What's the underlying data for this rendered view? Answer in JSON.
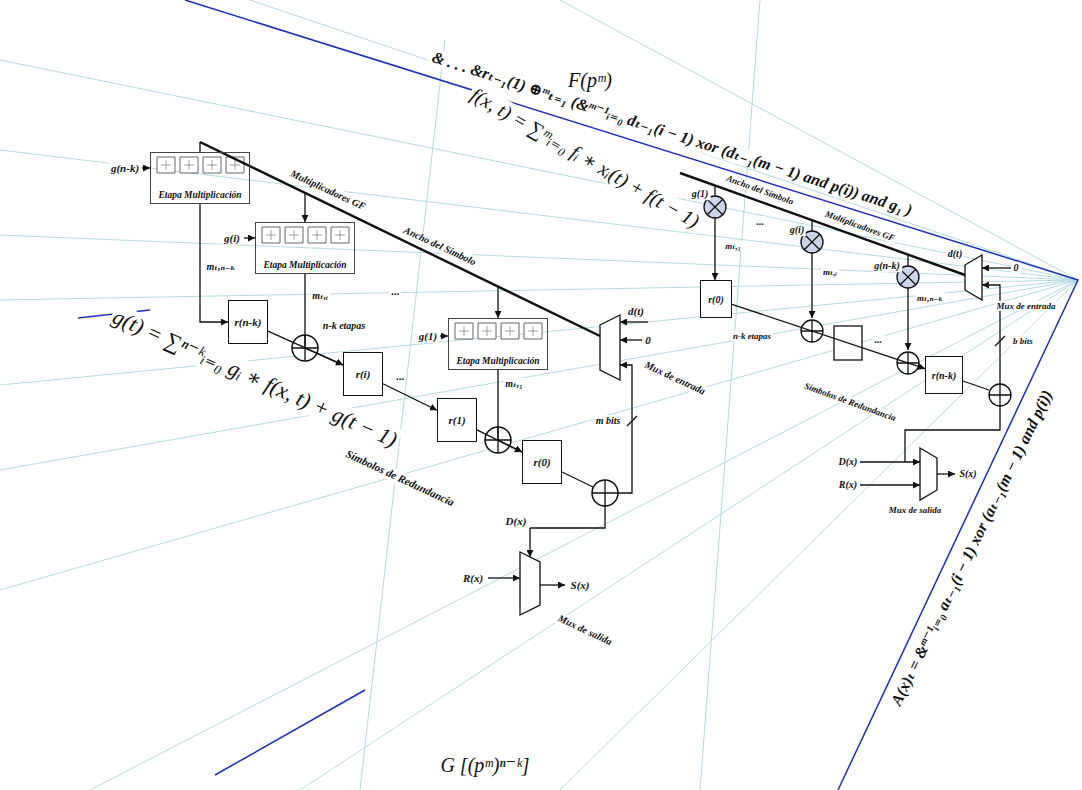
{
  "diagram": {
    "nodes": [
      {
        "text": [
          "Etapa Multiplicación"
        ]
      },
      {
        "text": [
          "Etapa Multiplicación"
        ]
      },
      {
        "text": [
          "Etapa Multiplicación"
        ]
      },
      {
        "text": [
          "r(n-k)"
        ]
      },
      {
        "text": [
          "r(i)"
        ]
      },
      {
        "text": [
          "r(1)"
        ]
      },
      {
        "text": [
          "r(0)"
        ]
      },
      {
        "text": [
          "r(0)"
        ]
      },
      {
        "text": [
          "r(n-k)"
        ]
      }
    ],
    "edges": [
      {
        "from": 0,
        "to": 3,
        "arrow": "to"
      },
      {
        "from": 1,
        "to": 4,
        "arrow": "to"
      },
      {
        "from": 2,
        "to": 6,
        "arrow": "to"
      },
      {
        "from": 3,
        "to": 4,
        "arrow": "to"
      },
      {
        "from": 4,
        "to": 5,
        "arrow": "to"
      },
      {
        "from": 5,
        "to": 6,
        "arrow": "to"
      },
      {
        "from": 7,
        "to": 8,
        "arrow": "to"
      }
    ],
    "labels": [
      "& . . . &rₜ₋₁(1) ⊕ᵐₜ₌₁ (&ᵐ⁻¹ᵢ₌₀ dₜ₋₁(i − 1) xor (dₜ₋₁(m − 1) and p(i)) and g₁ )",
      "F(pᵐ)",
      "f(x, t) = ∑ᵐᵢ₌₀ fᵢ ∗ xᵢ(t) + f(t − 1)",
      "g(t) = ∑ⁿ⁻ᵏᵢ₌₀ gᵢ ∗ f(x, t) + g(t − 1)",
      "G [(pᵐ)ⁿ⁻ᵏ]",
      "A(x)ₜ = &ᵐ⁻¹ᵢ₌₀ aₜ₋₁(i − 1) xor (aₜ₋₁(m − 1) and p(i))",
      "g(n-k)",
      "g(i)",
      "Multiplicadores GF",
      "Ancho del Símbolo",
      "g(1)",
      "d(t)",
      "0",
      "Mux de entrada",
      "m bits",
      "mₜ,ₙ₋ₖ",
      "n-k etapas",
      "mₜ,ᵢ",
      "mₜ,₁",
      "...",
      "...",
      "Símbolos de Redundancia",
      "R(x)",
      "D(x)",
      "S(x)",
      "Mux de salida",
      "g(1)",
      "g(i)",
      "g(n-k)",
      "Ancho del Símbolo",
      "Multiplicadores GF",
      "d(t)",
      "0",
      "Mux de entrada",
      "b bits",
      "mₜ,₁",
      "mₜ,ᵢ",
      "mₜ,ₙ₋ₖ",
      "n-k etapas",
      "...",
      "...",
      "Símbolos de Redundancia",
      "D(x)",
      "R(x)",
      "S(x)",
      "Mux de salida"
    ]
  }
}
